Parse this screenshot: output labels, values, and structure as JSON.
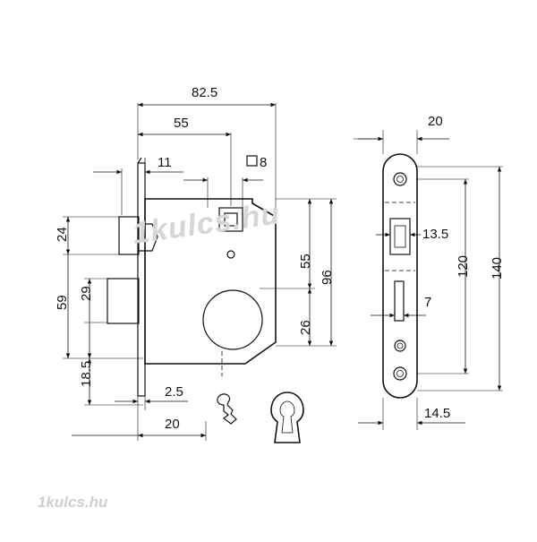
{
  "drawing": {
    "dimensions": {
      "width_82_5": "82.5",
      "backset_55": "55",
      "edge_11": "11",
      "square_8": "8",
      "width_20_right": "20",
      "height_24": "24",
      "height_59": "59",
      "height_29": "29",
      "height_18_5": "18.5",
      "thick_2_5": "2.5",
      "width_20_bottom": "20",
      "height_55": "55",
      "height_96": "96",
      "height_26": "26",
      "width_13_5": "13.5",
      "height_120": "120",
      "height_140": "140",
      "width_7": "7",
      "width_14_5": "14.5"
    },
    "watermark": "1kulcs.hu",
    "footer_watermark": "1kulcs.hu"
  }
}
